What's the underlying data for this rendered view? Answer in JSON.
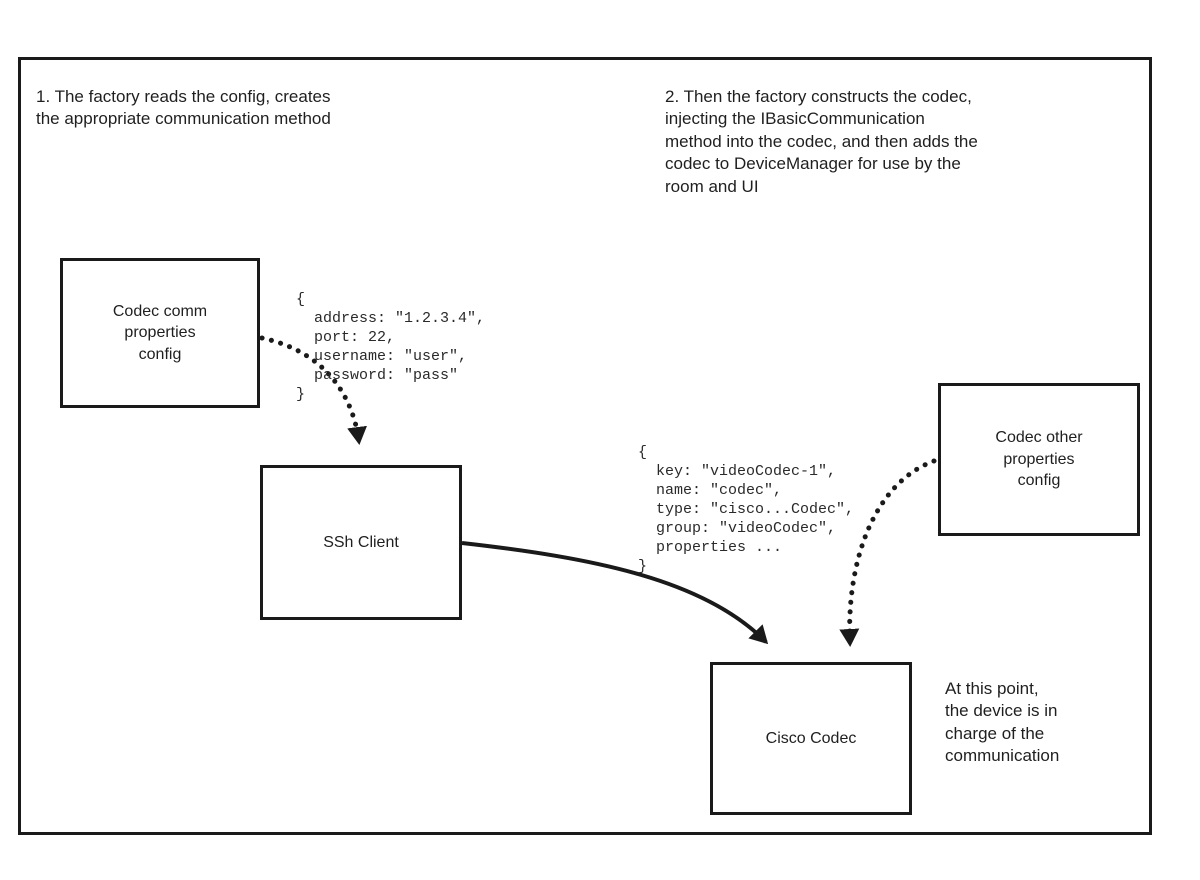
{
  "diagram": {
    "notes": {
      "step1": "1. The factory reads the config, creates\nthe appropriate communication method",
      "step2": "2. Then the factory constructs the codec,\ninjecting the IBasicCommunication\nmethod into the codec, and then adds the\ncodec to DeviceManager for use by the\nroom and UI",
      "final": "At this point,\nthe device is in\ncharge of the\ncommunication"
    },
    "boxes": {
      "codec_comm_config": "Codec comm\nproperties\nconfig",
      "ssh_client": "SSh Client",
      "codec_other_config": "Codec other\nproperties\nconfig",
      "cisco_codec": "Cisco Codec"
    },
    "code_blocks": {
      "comm_properties": "{\n  address: \"1.2.3.4\",\n  port: 22,\n  username: \"user\",\n  password: \"pass\"\n}",
      "codec_properties": "{\n  key: \"videoCodec-1\",\n  name: \"codec\",\n  type: \"cisco...Codec\",\n  group: \"videoCodec\",\n  properties ...\n}"
    },
    "colors": {
      "line": "#1a1a1a",
      "background": "#ffffff",
      "text": "#1f1f1f"
    }
  }
}
